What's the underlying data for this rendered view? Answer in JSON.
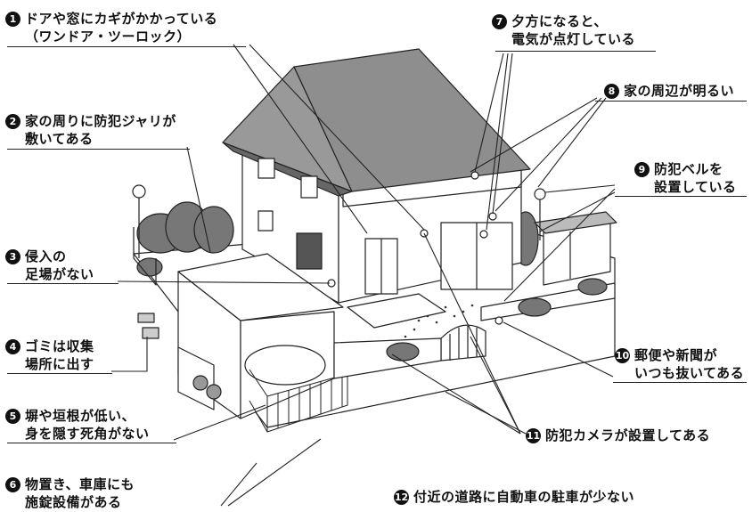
{
  "labels": [
    {
      "num": "1",
      "line1": "ドアや窓にカギがかかっている",
      "line2": "（ワンドア・ツーロック）"
    },
    {
      "num": "2",
      "line1": "家の周りに防犯ジャリが",
      "line2": "敷いてある"
    },
    {
      "num": "3",
      "line1": "侵入の",
      "line2": "足場がない"
    },
    {
      "num": "4",
      "line1": "ゴミは収集",
      "line2": "場所に出す"
    },
    {
      "num": "5",
      "line1": "塀や垣根が低い、",
      "line2": "身を隠す死角がない"
    },
    {
      "num": "6",
      "line1": "物置き、車庫にも",
      "line2": "施錠設備がある"
    },
    {
      "num": "7",
      "line1": "夕方になると、",
      "line2": "電気が点灯している"
    },
    {
      "num": "8",
      "line1": "家の周辺が明るい",
      "line2": ""
    },
    {
      "num": "9",
      "line1": "防犯ベルを",
      "line2": "設置している"
    },
    {
      "num": "10",
      "line1": "郵便や新聞が",
      "line2": "いつも抜いてある"
    },
    {
      "num": "11",
      "line1": "防犯カメラが設置してある",
      "line2": ""
    },
    {
      "num": "12",
      "line1": "付近の道路に自動車の駐車が少ない",
      "line2": ""
    }
  ],
  "colors": {
    "ink": "#111111",
    "roof": "#9a9a9a",
    "shrub": "#6f6f6f",
    "wall": "#ffffff"
  }
}
